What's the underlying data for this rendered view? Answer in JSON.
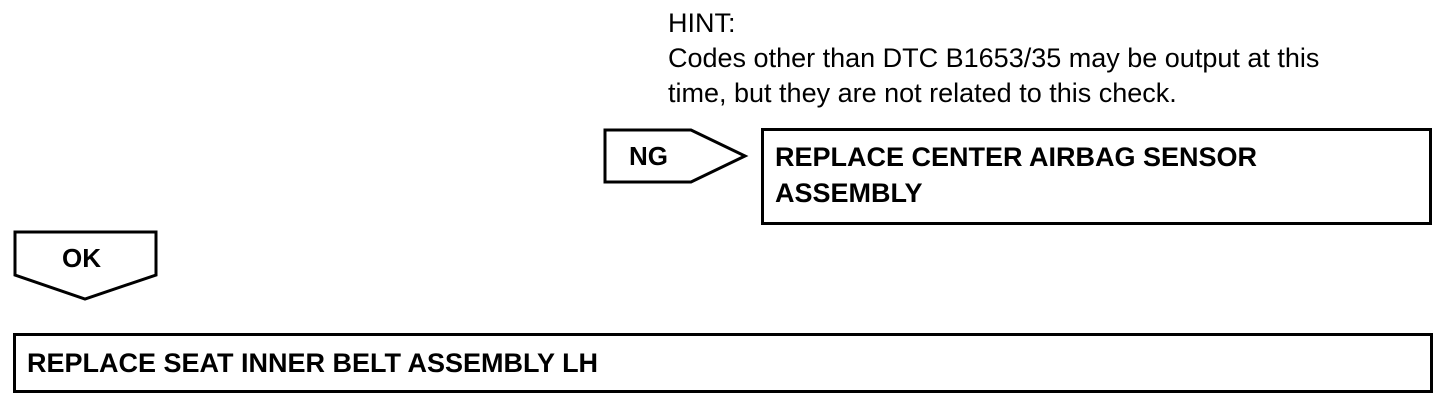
{
  "hint": {
    "title": "HINT:",
    "lines": [
      "Codes other than DTC B1653/35 may be output at this",
      "time, but they are not related to this check."
    ]
  },
  "ng": {
    "label": "NG"
  },
  "ng_result": {
    "lines": [
      "REPLACE CENTER AIRBAG SENSOR",
      "ASSEMBLY"
    ]
  },
  "ok": {
    "label": "OK"
  },
  "ok_result": {
    "text": "REPLACE SEAT INNER BELT ASSEMBLY LH"
  }
}
